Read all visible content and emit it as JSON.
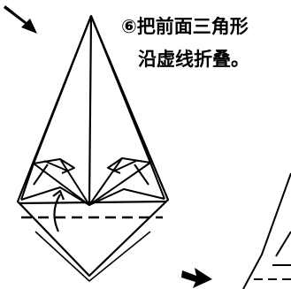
{
  "instruction": {
    "step_marker": "⑥",
    "line1": "把前面三角形",
    "line2": "沿虚线折叠。"
  },
  "icons": {
    "top_left_arrow": "pointer-arrow-icon",
    "bottom_arrow": "pointer-arrow-icon",
    "fold_arrow": "fold-up-arrow-icon"
  },
  "colors": {
    "ink": "#000000",
    "paper": "#ffffff"
  }
}
